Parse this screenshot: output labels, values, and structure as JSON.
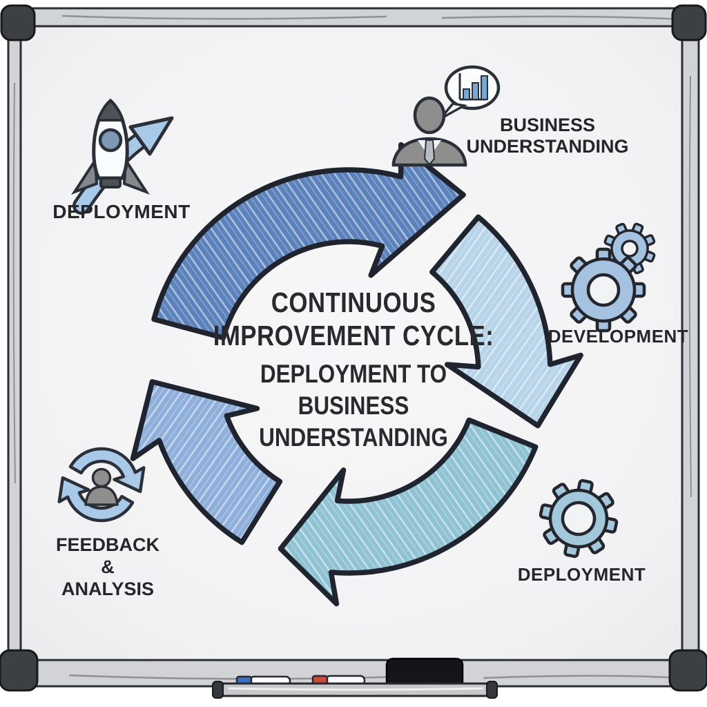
{
  "center_title": {
    "lines": [
      "CONTINUOUS",
      "IMPROVEMENT CYCLE:",
      "DEPLOYMENT TO",
      "BUSINESS",
      "UNDERSTANDING"
    ]
  },
  "stages": {
    "top_left": {
      "label": "DEPLOYMENT",
      "icon": "rocket-launch-arrow-icon"
    },
    "top_right": {
      "label_line1": "BUSINESS",
      "label_line2": "UNDERSTANDING",
      "icon": "analyst-chart-speech-bubble-icon"
    },
    "right": {
      "label": "DEVELOPMENT",
      "icon": "double-gears-icon"
    },
    "bottom_right": {
      "label": "DEPLOYMENT",
      "icon": "gear-icon"
    },
    "bottom_left": {
      "label_line1": "FEEDBACK",
      "label_line2": "&",
      "label_line3": "ANALYSIS",
      "icon": "user-feedback-loop-icon"
    }
  },
  "cycle": {
    "direction": "clockwise",
    "outline_color": "#20242e",
    "segments": [
      {
        "name": "top-left-arc",
        "color": "#5b82ba"
      },
      {
        "name": "top-right-arc",
        "color": "#b7d4e9"
      },
      {
        "name": "bottom-right-arc",
        "color": "#8fc3d3"
      },
      {
        "name": "bottom-left-arc",
        "color": "#8fafdb"
      }
    ]
  },
  "icon_colors": {
    "light_blue": "#a9c9e8",
    "gear_blue": "#a5c3e1",
    "gear_teal": "#a3c8db",
    "gray": "#8e8e8e",
    "dark": "#4e5257",
    "chart_bar_blue": "#7ba6cf",
    "window_blue": "#7e98b4"
  },
  "tray": {
    "markers": [
      {
        "name": "blue-marker",
        "cap_color": "#3f6fbe"
      },
      {
        "name": "red-marker",
        "cap_color": "#c94a3d"
      }
    ],
    "eraser_color": "#141518"
  }
}
